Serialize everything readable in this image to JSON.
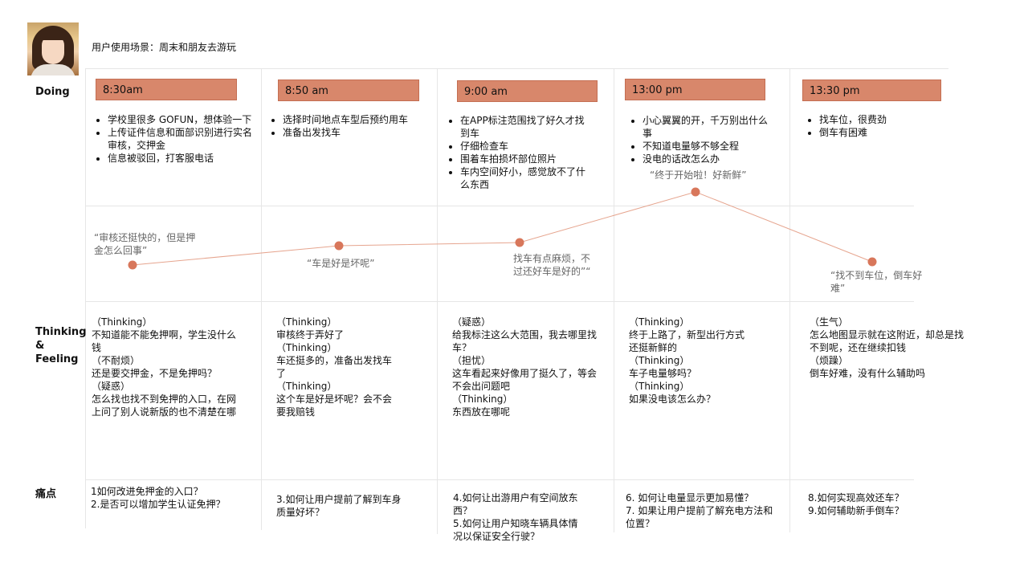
{
  "header": {
    "scenario": "用户使用场景：周末和朋友去游玩"
  },
  "rows": {
    "doing": "Doing",
    "thinking": "Thinking\n&\nFeeling",
    "pain": "痛点"
  },
  "colors": {
    "accent": "#d8876b",
    "curve": "#e6a58f",
    "point": "#d8775b"
  },
  "stages": [
    {
      "time": "8:30am",
      "doing": [
        "学校里很多 GOFUN，想体验一下",
        "上传证件信息和面部识别进行实名审核，交押金",
        "信息被驳回，打客服电话"
      ],
      "quote": "“审核还挺快的，但是押金怎么回事”",
      "thinking": "（Thinking）\n不知道能不能免押啊，学生没什么钱\n（不耐烦）\n还是要交押金，不是免押吗？\n（疑惑）\n怎么找也找不到免押的入口，在网上问了别人说新版的也不清楚在哪",
      "pain": "1如何改进免押金的入口？\n2.是否可以增加学生认证免押？"
    },
    {
      "time": "8:50 am",
      "doing": [
        "选择时间地点车型后预约用车",
        "准备出发找车"
      ],
      "quote": "“车是好是坏呢”",
      "thinking": "（Thinking）\n审核终于弄好了\n（Thinking）\n车还挺多的，准备出发找车了\n（Thinking）\n这个车是好是坏呢？会不会要我赔钱",
      "pain": "3.如何让用户提前了解到车身质量好坏？"
    },
    {
      "time": "9:00 am",
      "doing": [
        "在APP标注范围找了好久才找到车",
        "仔细检查车",
        "围着车拍损坏部位照片",
        "车内空间好小，感觉放不了什么东西"
      ],
      "quote": "找车有点麻烦，不过还好车是好的”“",
      "thinking": "（疑惑）\n给我标注这么大范围，我去哪里找车？\n（担忧）\n这车看起来好像用了挺久了，等会不会出问题吧\n（Thinking）\n东西放在哪呢",
      "pain": "4.如何让出游用户有空间放东西？\n5.如何让用户知晓车辆具体情况以保证安全行驶？"
    },
    {
      "time": "13:00 pm",
      "doing": [
        "小心翼翼的开，千万别出什么事",
        "不知道电量够不够全程",
        "没电的话改怎么办"
      ],
      "quote": "“终于开始啦！好新鲜”",
      "thinking": "（Thinking）\n终于上路了，新型出行方式还挺新鲜的\n（Thinking）\n车子电量够吗？\n（Thinking）\n如果没电该怎么办？",
      "pain": "6. 如何让电量显示更加易懂？\n7. 如果让用户提前了解充电方法和位置？"
    },
    {
      "time": "13:30 pm",
      "doing": [
        "找车位，很费劲",
        "倒车有困难"
      ],
      "quote": "“找不到车位，倒车好难”",
      "thinking": "（生气）\n怎么地图显示就在这附近，却总是找不到呢，还在继续扣钱\n（烦躁）\n倒车好难，没有什么辅助吗",
      "pain": "8.如何实现高效还车？\n9.如何辅助新手倒车？"
    }
  ]
}
